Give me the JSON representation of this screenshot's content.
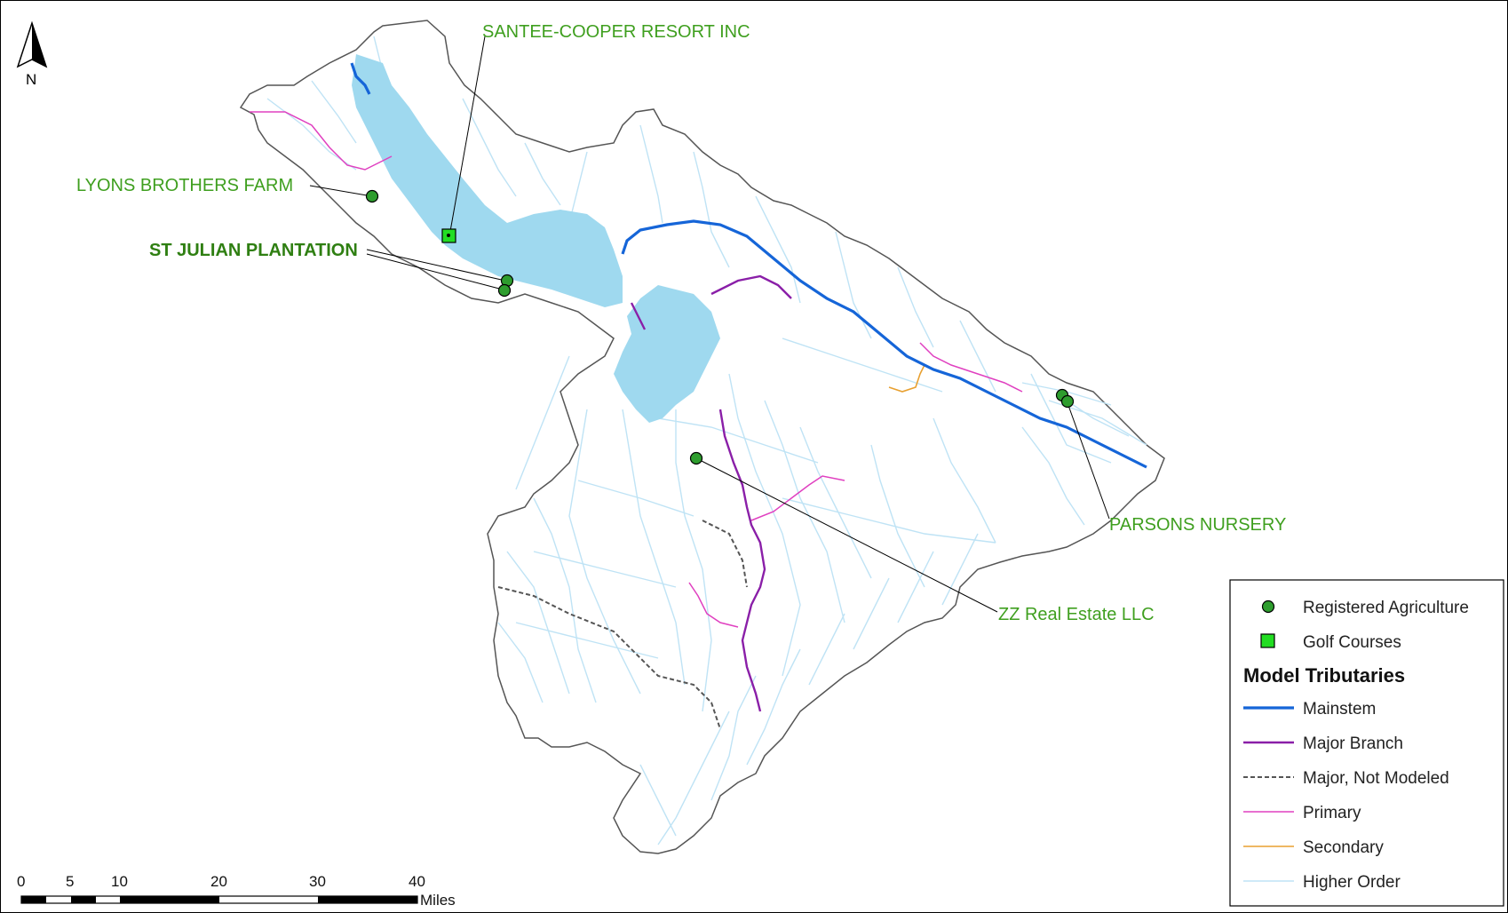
{
  "north_arrow": {
    "label": "N"
  },
  "labels": {
    "santee": "SANTEE-COOPER RESORT INC",
    "lyons": "LYONS BROTHERS FARM",
    "stjulian": "ST JULIAN PLANTATION",
    "parsons": "PARSONS NURSERY",
    "zz": "ZZ Real Estate LLC"
  },
  "legend": {
    "registered_agriculture": "Registered Agriculture",
    "golf_courses": "Golf Courses",
    "title": "Model Tributaries",
    "mainstem": "Mainstem",
    "major_branch": "Major Branch",
    "major_not_modeled": "Major, Not Modeled",
    "primary": "Primary",
    "secondary": "Secondary",
    "higher_order": "Higher Order"
  },
  "colors": {
    "agriculture": "#2e9d2e",
    "golf": "#22dd22",
    "mainstem": "#1565d8",
    "major_branch": "#8a1fa8",
    "major_not_modeled": "#555555",
    "primary": "#e040c0",
    "secondary": "#e8a030",
    "higher_order": "#bfe3f5",
    "lake": "#9fd9ef",
    "label_text": "#3f9f1f"
  },
  "scale_bar": {
    "ticks": [
      "0",
      "5",
      "10",
      "20",
      "30",
      "40"
    ],
    "unit": "Miles"
  }
}
